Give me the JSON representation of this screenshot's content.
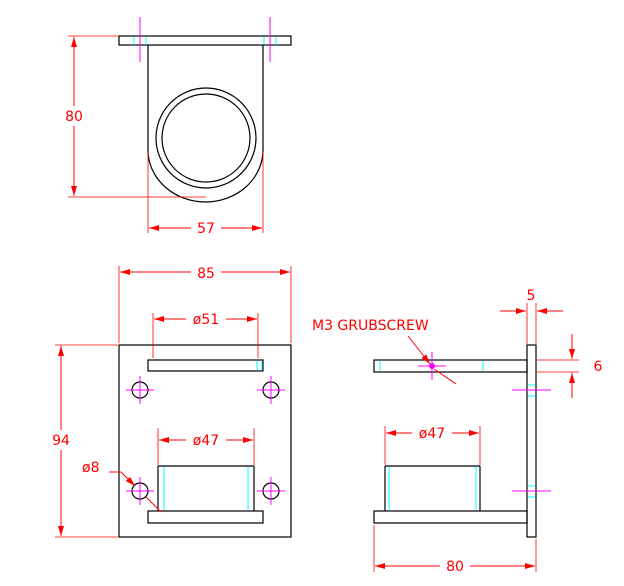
{
  "colors": {
    "background": "#ffffff",
    "object": "#000000",
    "dimension": "#ff0000",
    "centerline": "#ff00ff",
    "hidden": "#00ffff"
  },
  "front_view": {
    "height_dim": "80",
    "width_dim": "57"
  },
  "plan_view": {
    "width_dim": "85",
    "slot_dim": "ø51",
    "height_dim": "94",
    "bore_dim": "ø47",
    "hole_dim": "ø8"
  },
  "side_view": {
    "plate_thickness_dim": "5",
    "flange_thickness_dim": "6",
    "grubscrew_note": "M3 GRUBSCREW",
    "bore_dim": "ø47",
    "length_dim": "80"
  }
}
